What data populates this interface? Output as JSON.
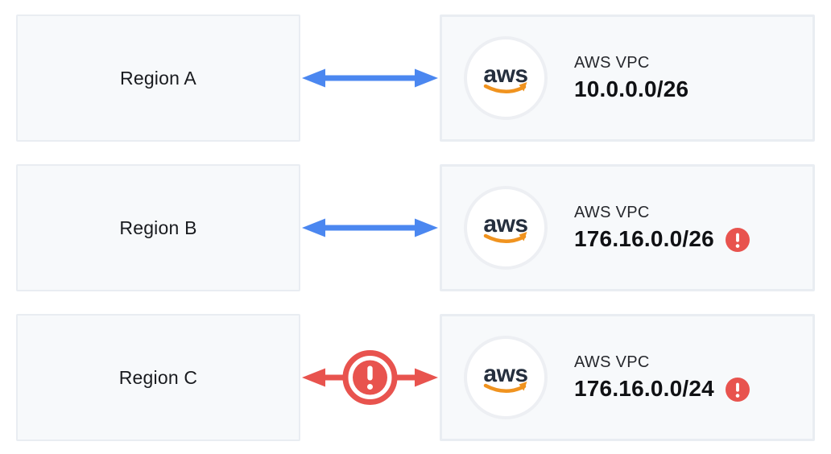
{
  "colors": {
    "arrow_ok": "#4b87f0",
    "arrow_conflict": "#e8534e",
    "warning": "#e8534e",
    "warning_glyph": "#ffffff",
    "aws_navy": "#252f3e",
    "aws_orange": "#f0931f",
    "box_fill": "#f7f9fb",
    "box_border": "#e9edf2"
  },
  "aws_logo_text": "aws",
  "rows": [
    {
      "region_label": "Region A",
      "vpc_title": "AWS VPC",
      "vpc_cidr": "10.0.0.0/26",
      "cidr_warning": false,
      "link_status": "ok"
    },
    {
      "region_label": "Region B",
      "vpc_title": "AWS VPC",
      "vpc_cidr": "176.16.0.0/26",
      "cidr_warning": true,
      "link_status": "ok"
    },
    {
      "region_label": "Region C",
      "vpc_title": "AWS VPC",
      "vpc_cidr": "176.16.0.0/24",
      "cidr_warning": true,
      "link_status": "conflict"
    }
  ]
}
